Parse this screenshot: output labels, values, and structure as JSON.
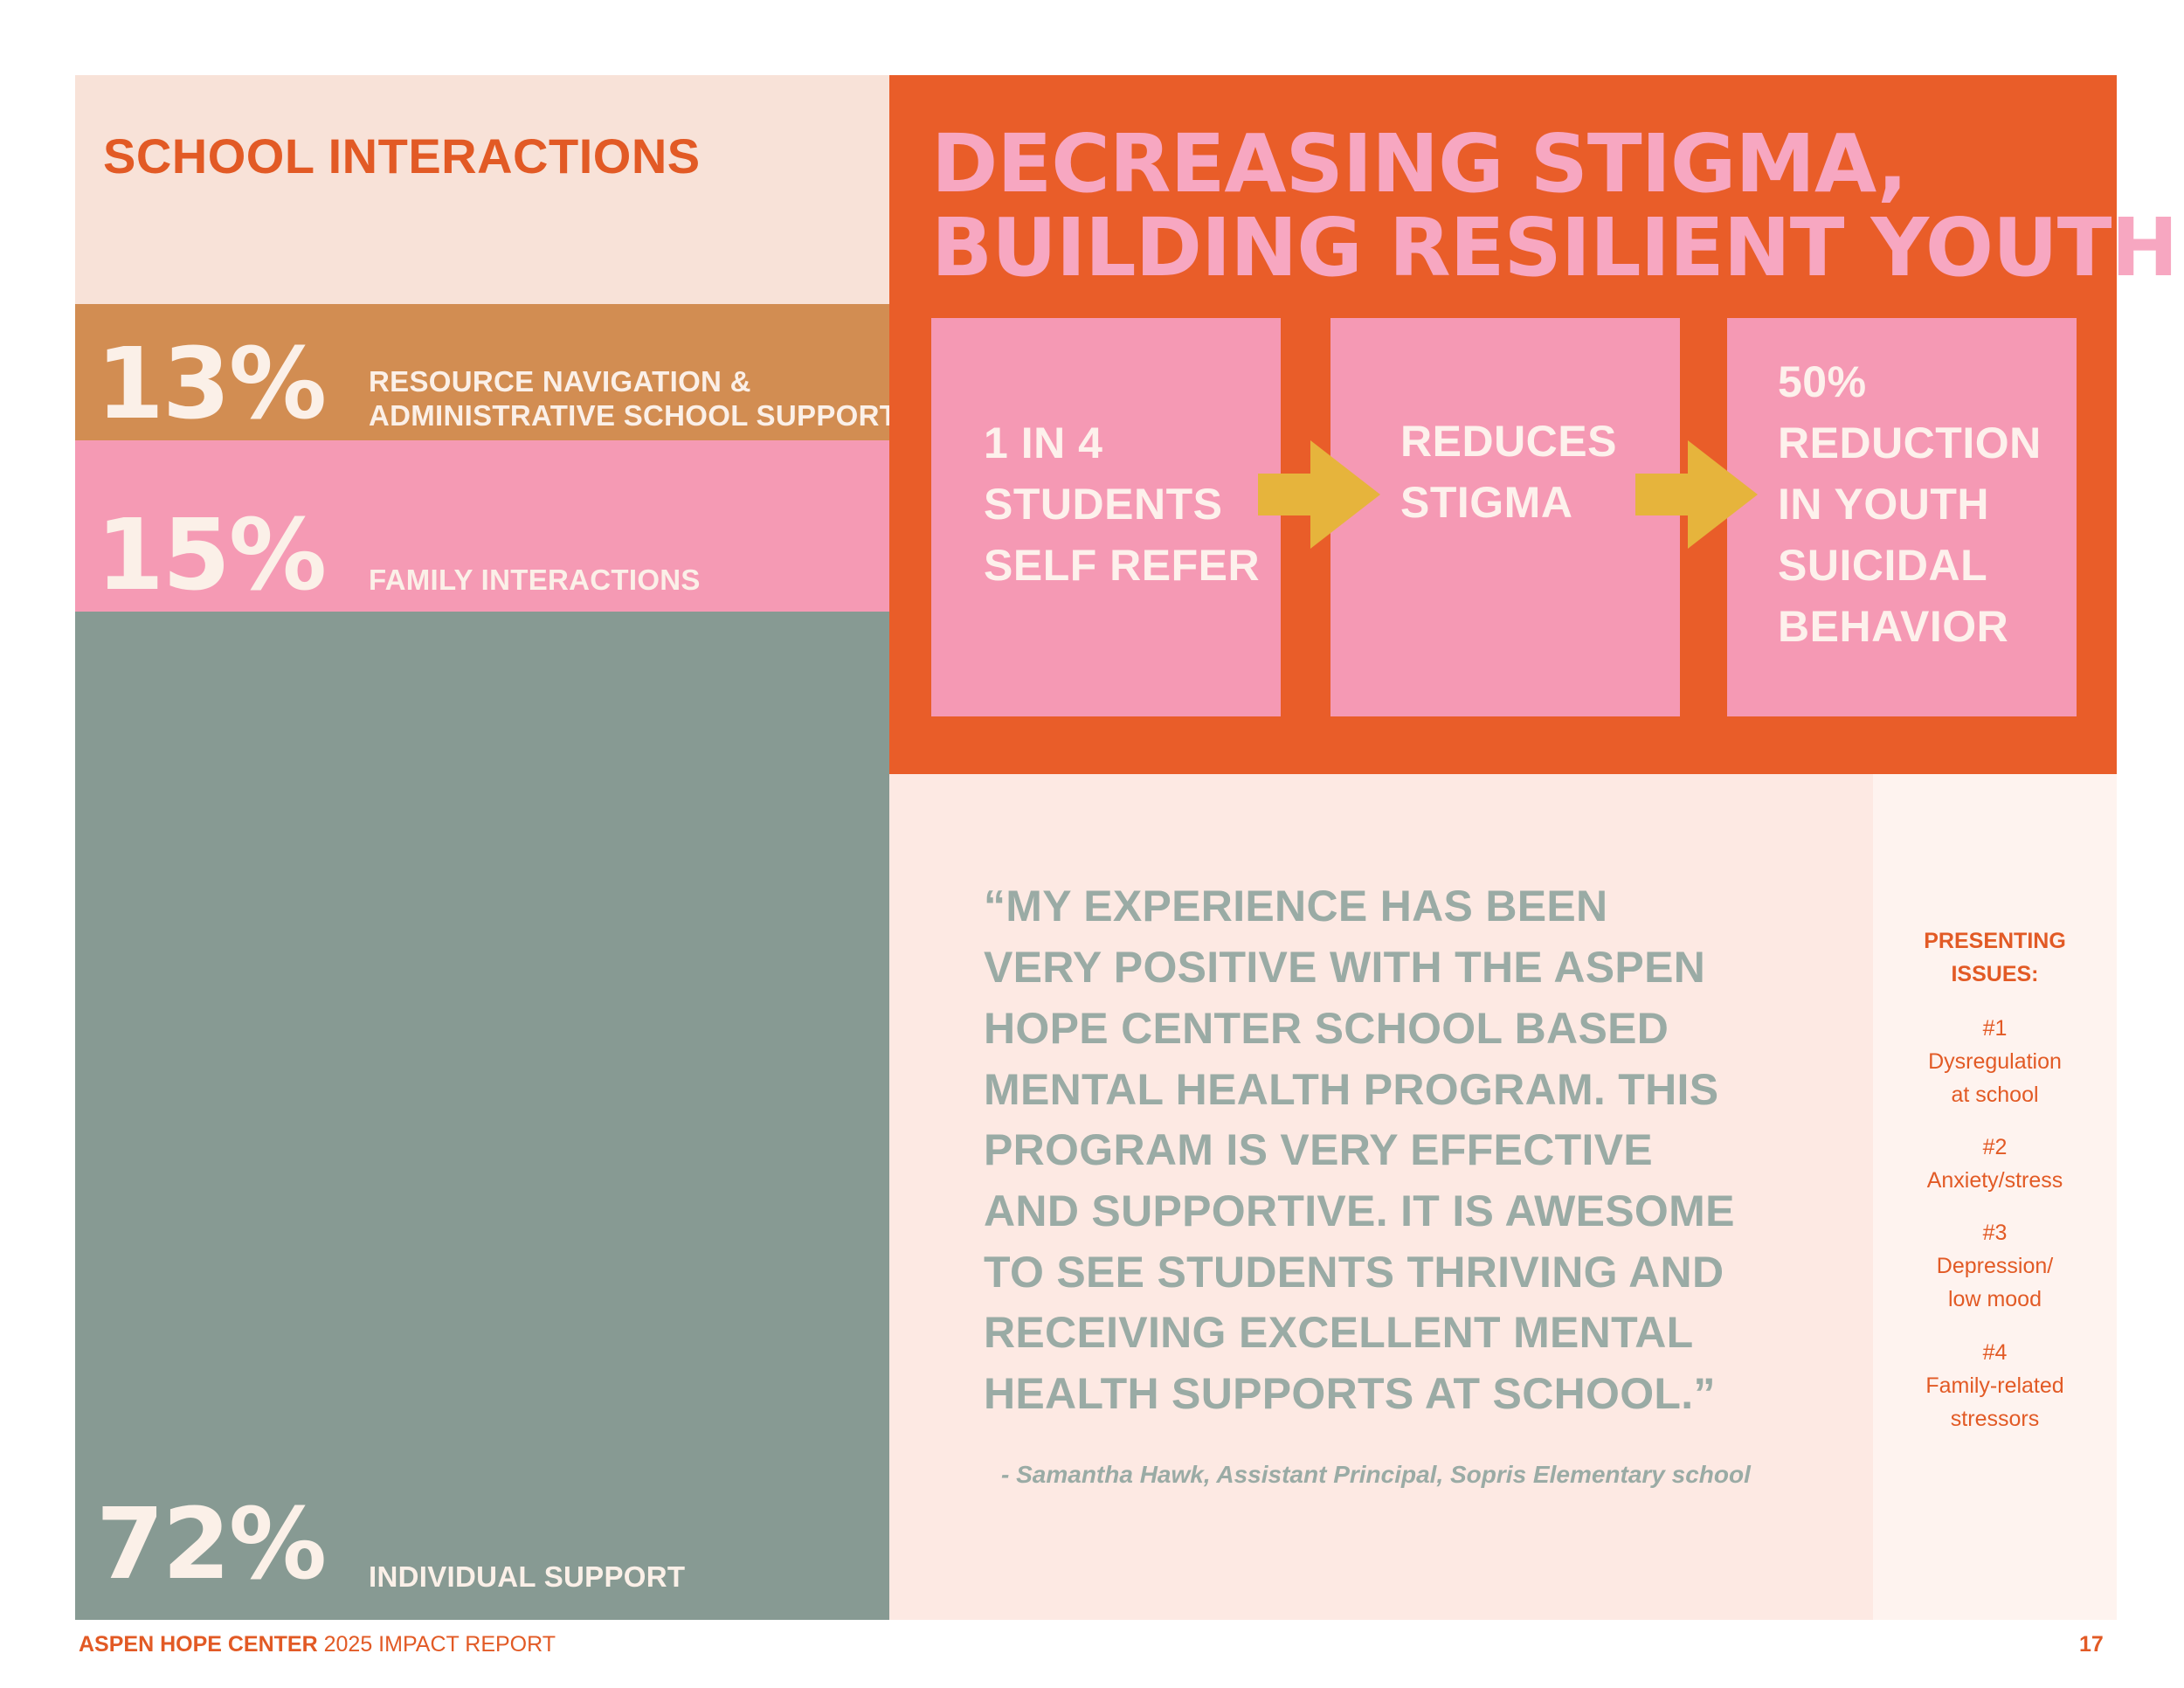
{
  "left": {
    "title": "SCHOOL INTERACTIONS",
    "bands": [
      {
        "percent": "13%",
        "label_lines": [
          "RESOURCE NAVIGATION &",
          "ADMINISTRATIVE SCHOOL SUPPORT"
        ],
        "value": 13,
        "color": "#d28d52"
      },
      {
        "percent": "15%",
        "label_lines": [
          "FAMILY INTERACTIONS"
        ],
        "value": 15,
        "color": "#f59ab4"
      },
      {
        "percent": "72%",
        "label_lines": [
          "INDIVIDUAL SUPPORT"
        ],
        "value": 72,
        "color": "#879a93"
      }
    ]
  },
  "right": {
    "title_lines": [
      "DECREASING STIGMA,",
      "BUILDING RESILIENT YOUTH"
    ],
    "cards": [
      {
        "lines": [
          "1 IN 4",
          "STUDENTS",
          "SELF REFER"
        ]
      },
      {
        "lines": [
          "REDUCES",
          "STIGMA"
        ]
      },
      {
        "lines": [
          "50%",
          "REDUCTION",
          "IN YOUTH",
          "SUICIDAL",
          "BEHAVIOR"
        ]
      }
    ],
    "arrow_icon": "arrow-right-icon",
    "colors": {
      "panel": "#e95d29",
      "card": "#f599b4",
      "title": "#f7a7c1",
      "arrow": "#e6b43c"
    }
  },
  "quote": {
    "lines": [
      "“MY EXPERIENCE HAS BEEN",
      "VERY POSITIVE WITH THE ASPEN",
      "HOPE CENTER SCHOOL BASED",
      "MENTAL HEALTH PROGRAM. THIS",
      "PROGRAM IS VERY EFFECTIVE",
      "AND SUPPORTIVE. IT IS AWESOME",
      "TO SEE STUDENTS THRIVING AND",
      "RECEIVING EXCELLENT MENTAL",
      "HEALTH SUPPORTS AT SCHOOL.”"
    ],
    "attribution": "- Samantha Hawk, Assistant Principal, Sopris Elementary school"
  },
  "issues": {
    "title_lines": [
      "PRESENTING",
      "ISSUES:"
    ],
    "items": [
      {
        "rank": "#1",
        "lines": [
          "Dysregulation",
          "at school"
        ]
      },
      {
        "rank": "#2",
        "lines": [
          "Anxiety/stress"
        ]
      },
      {
        "rank": "#3",
        "lines": [
          "Depression/",
          "low mood"
        ]
      },
      {
        "rank": "#4",
        "lines": [
          "Family-related",
          "stressors"
        ]
      }
    ]
  },
  "footer": {
    "org": "ASPEN HOPE CENTER",
    "report": " 2025 IMPACT REPORT",
    "page": "17"
  }
}
